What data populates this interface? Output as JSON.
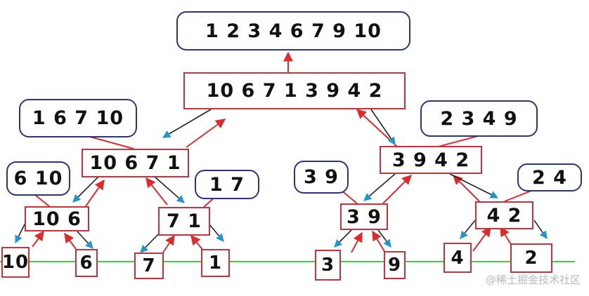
{
  "sorted_results": {
    "root": "1 2 3 4 6 7 9 10",
    "left_half": "1 6 7 10",
    "right_half": "2 3 4 9",
    "left_left": "6 10",
    "left_right": "1 7",
    "right_left": "3 9",
    "right_right": "2 4"
  },
  "split_nodes": {
    "root": "10 6 7 1 3 9 4 2",
    "left": "10 6 7 1",
    "right": "3 9 4 2",
    "left_left": "10 6",
    "left_right": "7 1",
    "right_left": "3 9",
    "right_right": "4 2"
  },
  "leaves": [
    "10",
    "6",
    "7",
    "1",
    "3",
    "9",
    "4",
    "2"
  ],
  "colors": {
    "split_border": "#c8323a",
    "sorted_border": "#2c3480",
    "merge_arrow": "#e02a2a",
    "split_arrow": "#1e96d2",
    "guide_line": "#3ad13a"
  },
  "watermark": "@稀土掘金技术社区"
}
